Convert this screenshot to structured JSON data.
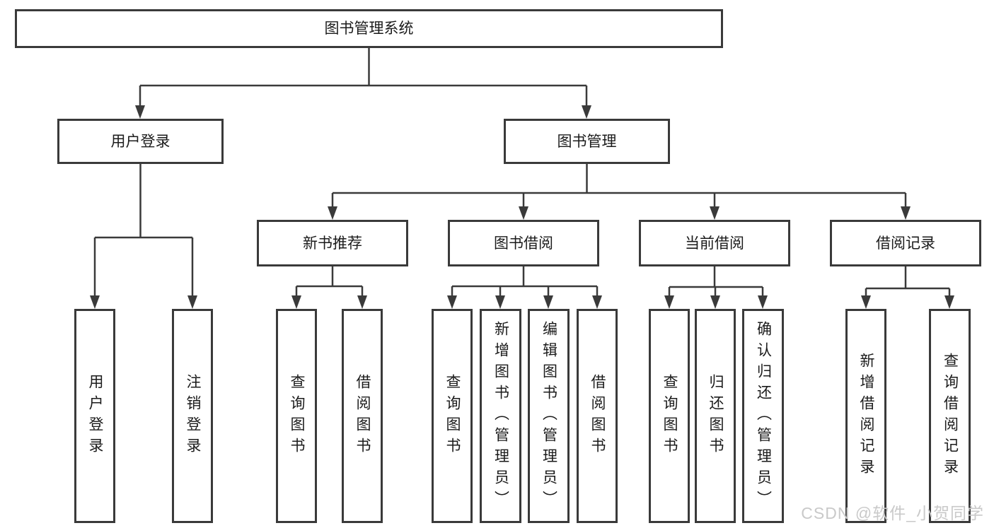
{
  "tree": {
    "label": "图书管理系统",
    "children": [
      {
        "label": "用户登录",
        "children": [
          {
            "label": "用户登录"
          },
          {
            "label": "注销登录"
          }
        ]
      },
      {
        "label": "图书管理",
        "children": [
          {
            "label": "新书推荐",
            "children": [
              {
                "label": "查询图书"
              },
              {
                "label": "借阅图书"
              }
            ]
          },
          {
            "label": "图书借阅",
            "children": [
              {
                "label": "查询图书"
              },
              {
                "label": "新增图书（管理员）"
              },
              {
                "label": "编辑图书（管理员）"
              },
              {
                "label": "借阅图书"
              }
            ]
          },
          {
            "label": "当前借阅",
            "children": [
              {
                "label": "查询图书"
              },
              {
                "label": "归还图书"
              },
              {
                "label": "确认归还（管理员）"
              }
            ]
          },
          {
            "label": "借阅记录",
            "children": [
              {
                "label": "新增借阅记录"
              },
              {
                "label": "查询借阅记录"
              }
            ]
          }
        ]
      }
    ]
  },
  "watermark": "CSDN @软件_小贺同学",
  "colors": {
    "line": "#3a3a3a",
    "text": "#1b1b1b",
    "background": "#ffffff",
    "watermark": "#c9c9c9"
  }
}
